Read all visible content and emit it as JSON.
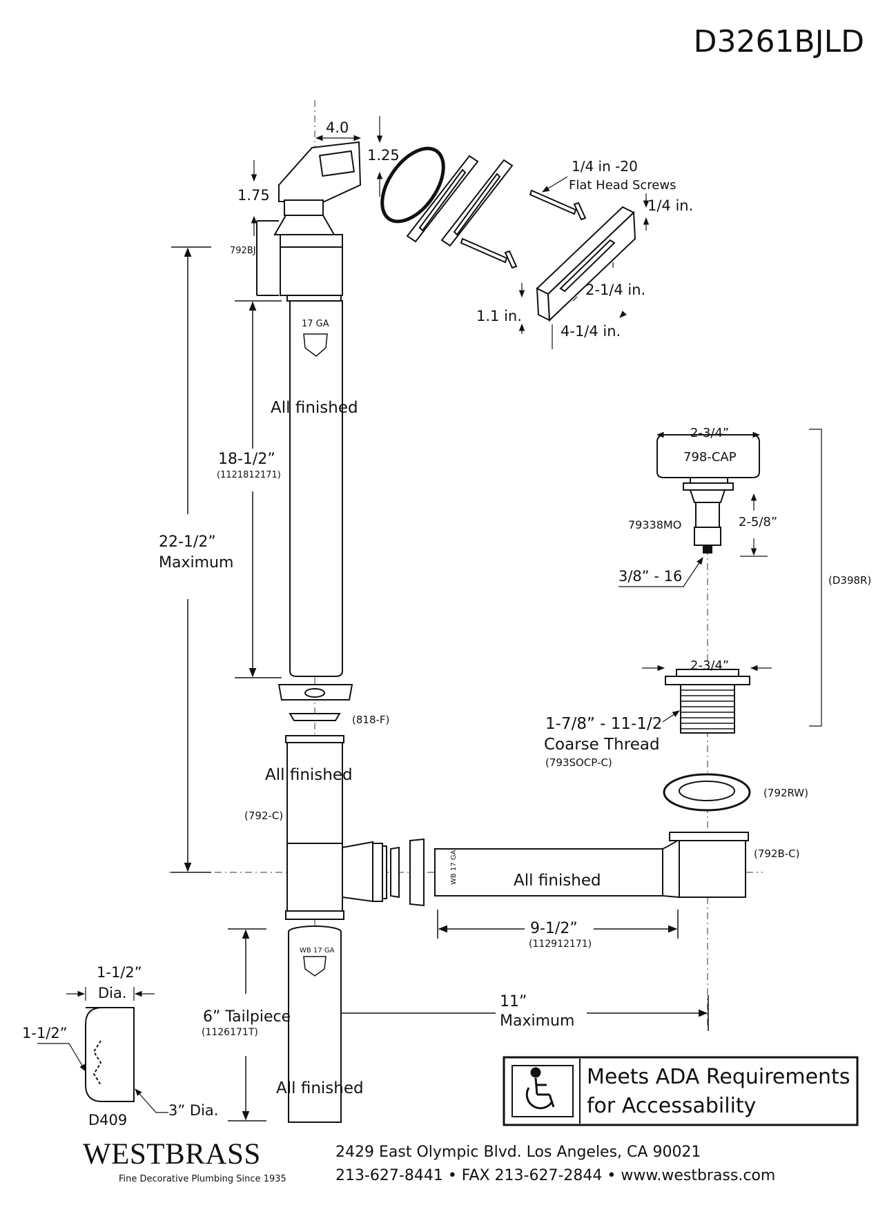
{
  "model": "D3261BJLD",
  "labels": {
    "overflow_width": "4.0",
    "overflow_depth": "1.25",
    "overflow_height": "1.75",
    "part_792bj": "792BJ",
    "screws_size": "1/4 in -20",
    "screws_type": "Flat Head Screws",
    "plate_thickness": "1/4 in.",
    "slot_length": "2-1/4 in.",
    "plate_height": "1.1 in.",
    "plate_length": "4-1/4 in.",
    "upper_tube_gauge": "17 GA",
    "finish_1": "All finished",
    "finish_2": "All finished",
    "finish_3": "All finished",
    "finish_4": "All finished",
    "upper_tube_len": "18-1/2”",
    "upper_tube_part": "(1121812171)",
    "max_height": "22-1/2”",
    "max_word": "Maximum",
    "cap_width": "2-3/4”",
    "cap_part": "798-CAP",
    "stem_part": "79338MO",
    "stem_len": "2-5/8”",
    "stem_thread": "3/8” - 16",
    "drain_kit": "(D398R)",
    "body_width": "2-3/4”",
    "coarse_size": "1-7/8” - 11-1/2",
    "coarse_word": "Coarse Thread",
    "coarse_part": "(793SOCP-C)",
    "washer_818": "(818-F)",
    "tee_792c": "(792-C)",
    "washer_792rw": "(792RW)",
    "elbow_792bc": "(792B-C)",
    "horiz_gauge": "WB 17 GA",
    "horiz_len": "9-1/2”",
    "horiz_part": "(112912171)",
    "reach": "11”",
    "reach_word": "Maximum",
    "tail_gauge": "WB 17 GA",
    "tail_len": "6” Tailpiece",
    "tail_part": "(1126171T)",
    "d409_dia": "1-1/2”",
    "d409_dia_word": "Dia.",
    "d409_side": "1-1/2”",
    "d409_base": "3” Dia.",
    "d409_part": "D409"
  },
  "ada": {
    "line1": "Meets  ADA Requirements",
    "line2": "for Accessability"
  },
  "footer": {
    "brand": "WESTBRASS",
    "tagline": "Fine Decorative Plumbing Since 1935",
    "address": "2429 East Olympic Blvd. Los Angeles, CA  90021",
    "contact": "213-627-8441 • FAX 213-627-2844 • www.westbrass.com"
  }
}
